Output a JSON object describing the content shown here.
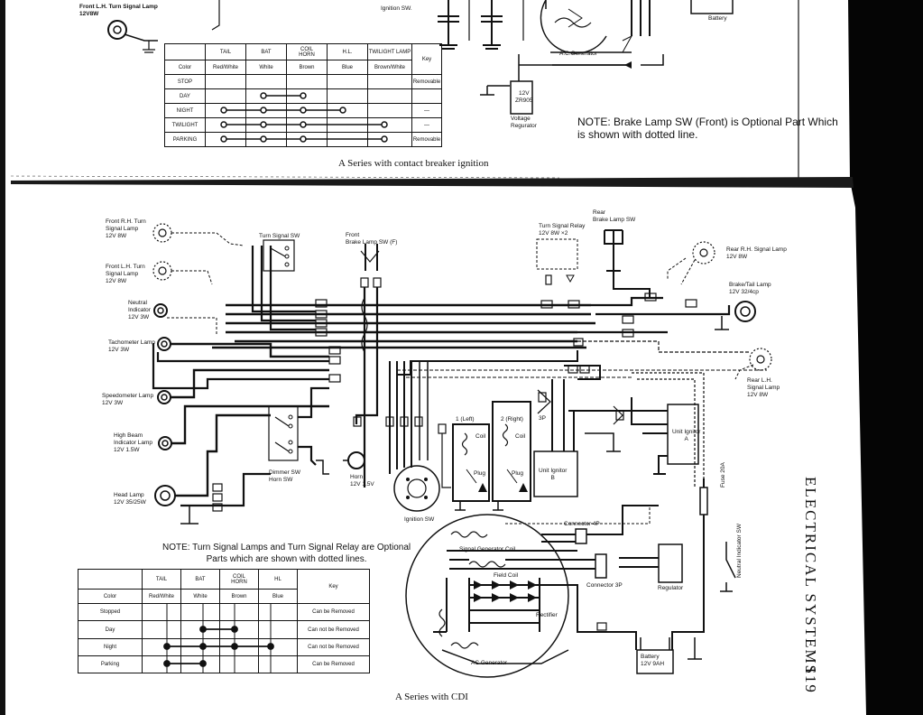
{
  "top": {
    "turn_lamp_label": "Front L.H. Turn Signal Lamp\n12V8W",
    "ignition_sw_label": "Ignition SW.",
    "battery_label": "Battery",
    "ac_generator_label": "A.C.Generator",
    "regulator_box_label": "12V\nZR905",
    "regulator_label": "Voltage\nRegurator",
    "note": "NOTE: Brake Lamp SW (Front) is Optional Part Which\nis shown with dotted line.",
    "caption": "A Series with contact breaker ignition",
    "table": {
      "headers": [
        "",
        "TAIL",
        "BAT",
        "COIL\nHORN",
        "H.L.",
        "TWILIGHT LAMP",
        "Key"
      ],
      "color_row": [
        "Color",
        "Red/White",
        "White",
        "Brown",
        "Blue",
        "Brown/White",
        ""
      ],
      "rows": [
        {
          "label": "STOP",
          "key": "Removable"
        },
        {
          "label": "DAY",
          "key": ""
        },
        {
          "label": "NIGHT",
          "key": "—"
        },
        {
          "label": "TWILIGHT",
          "key": "—"
        },
        {
          "label": "PARKING",
          "key": "Removable"
        }
      ]
    }
  },
  "bottom": {
    "labels": {
      "front_rh_turn": "Front R.H. Turn\nSignal Lamp\n12V 8W",
      "front_lh_turn": "Front L.H. Turn\nSignal Lamp\n12V 8W",
      "neutral_indicator": "Neutral\nIndicator\n12V 3W",
      "tachometer": "Tachometer Lamp\n12V 3W",
      "speedometer": "Speedometer Lamp\n12V 3W",
      "high_beam": "High Beam\nIndicator Lamp\n12V 1.5W",
      "head_lamp": "Head Lamp\n12V 35/25W",
      "turn_signal_sw": "Turn Signal SW",
      "front_brake_sw": "Front\nBrake Lamp SW (F)",
      "turn_signal_relay": "Turn Signal Relay\n12V 8W ×2",
      "rear_brake_sw": "Rear\nBrake Lamp SW",
      "rear_rh_signal": "Rear R.H. Signal Lamp\n12V 8W",
      "brake_tail": "Brake/Tail Lamp\n12V 32/4cp",
      "rear_lh_signal": "Rear L.H.\nSignal Lamp\n12V 8W",
      "dimmer_horn_sw": "Dimmer SW\nHorn SW",
      "horn": "Horn\n12V 1.5V",
      "ignition_sw": "Ignition SW",
      "coil_left": "1 (Left)",
      "coil_right": "2 (Right)",
      "coil": "Coil",
      "plug": "Plug",
      "unit_ignitor_b": "Unit Ignitor\nB",
      "unit_ignitor_a": "Unit Ignitor\nA",
      "connector_4p": "Connector 4P",
      "connector_3p": "Connector 3P",
      "signal_gen_coil": "Signal Generator Coil",
      "field_coil": "Field Coil",
      "rectifier": "Rectifier",
      "ac_generator": "AC Generator",
      "regulator": "Regulator",
      "fuse": "Fuse 20A",
      "neutral_indicator_sw": "Neutral Indicator SW",
      "battery": "Battery\n12V 9AH",
      "three_p": "3P"
    },
    "note": "NOTE: Turn Signal Lamps and Turn Signal Relay are Optional\nParts which are shown with dotted lines.",
    "caption": "A Series with CDI",
    "table": {
      "headers": [
        "",
        "TAIL",
        "BAT",
        "COIL\nHORN",
        "HL",
        "Key"
      ],
      "color_row": [
        "Color",
        "Red/White",
        "White",
        "Brown",
        "Blue",
        ""
      ],
      "rows": [
        {
          "label": "Stopped",
          "key": "Can be Removed"
        },
        {
          "label": "Day",
          "key": "Can not be Removed"
        },
        {
          "label": "Night",
          "key": "Can not be Removed"
        },
        {
          "label": "Parking",
          "key": "Can be Removed"
        }
      ]
    }
  },
  "side_title": "ELECTRICAL SYSTEMS",
  "page_number": "119",
  "colors": {
    "ink": "#111111",
    "paper": "#ffffff",
    "binding": "#050505"
  }
}
